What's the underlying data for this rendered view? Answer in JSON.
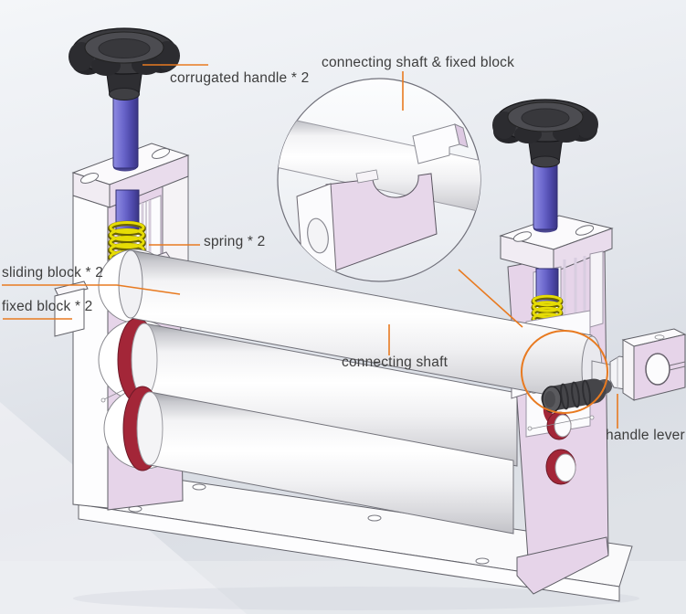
{
  "figure": {
    "kind": "CAD assembly annotation diagram",
    "subject": "three-roller bending machine with magnified detail inset"
  },
  "labels": [
    {
      "id": "corrugated-handle",
      "text": "corrugated handle * 2"
    },
    {
      "id": "connecting-shaft-fixed-block",
      "text": "connecting shaft & fixed block"
    },
    {
      "id": "spring",
      "text": "spring * 2"
    },
    {
      "id": "sliding-block",
      "text": "sliding block * 2"
    },
    {
      "id": "fixed-block",
      "text": "fixed block * 2"
    },
    {
      "id": "connecting-shaft",
      "text": "connecting shaft"
    },
    {
      "id": "handle-lever",
      "text": "handle lever"
    }
  ],
  "colors": {
    "annotation_orange": "#e87a20",
    "frame_pink": "#e6d4e9",
    "frame_pink_dark": "#d9c2de",
    "roller_white": "#fafafc",
    "screw_purple": "#5b55b5",
    "spring_yellow": "#e6dc05",
    "bearing_red": "#a32638",
    "knob_black": "#3a3a3e",
    "label_text": "#3d3d3d"
  }
}
